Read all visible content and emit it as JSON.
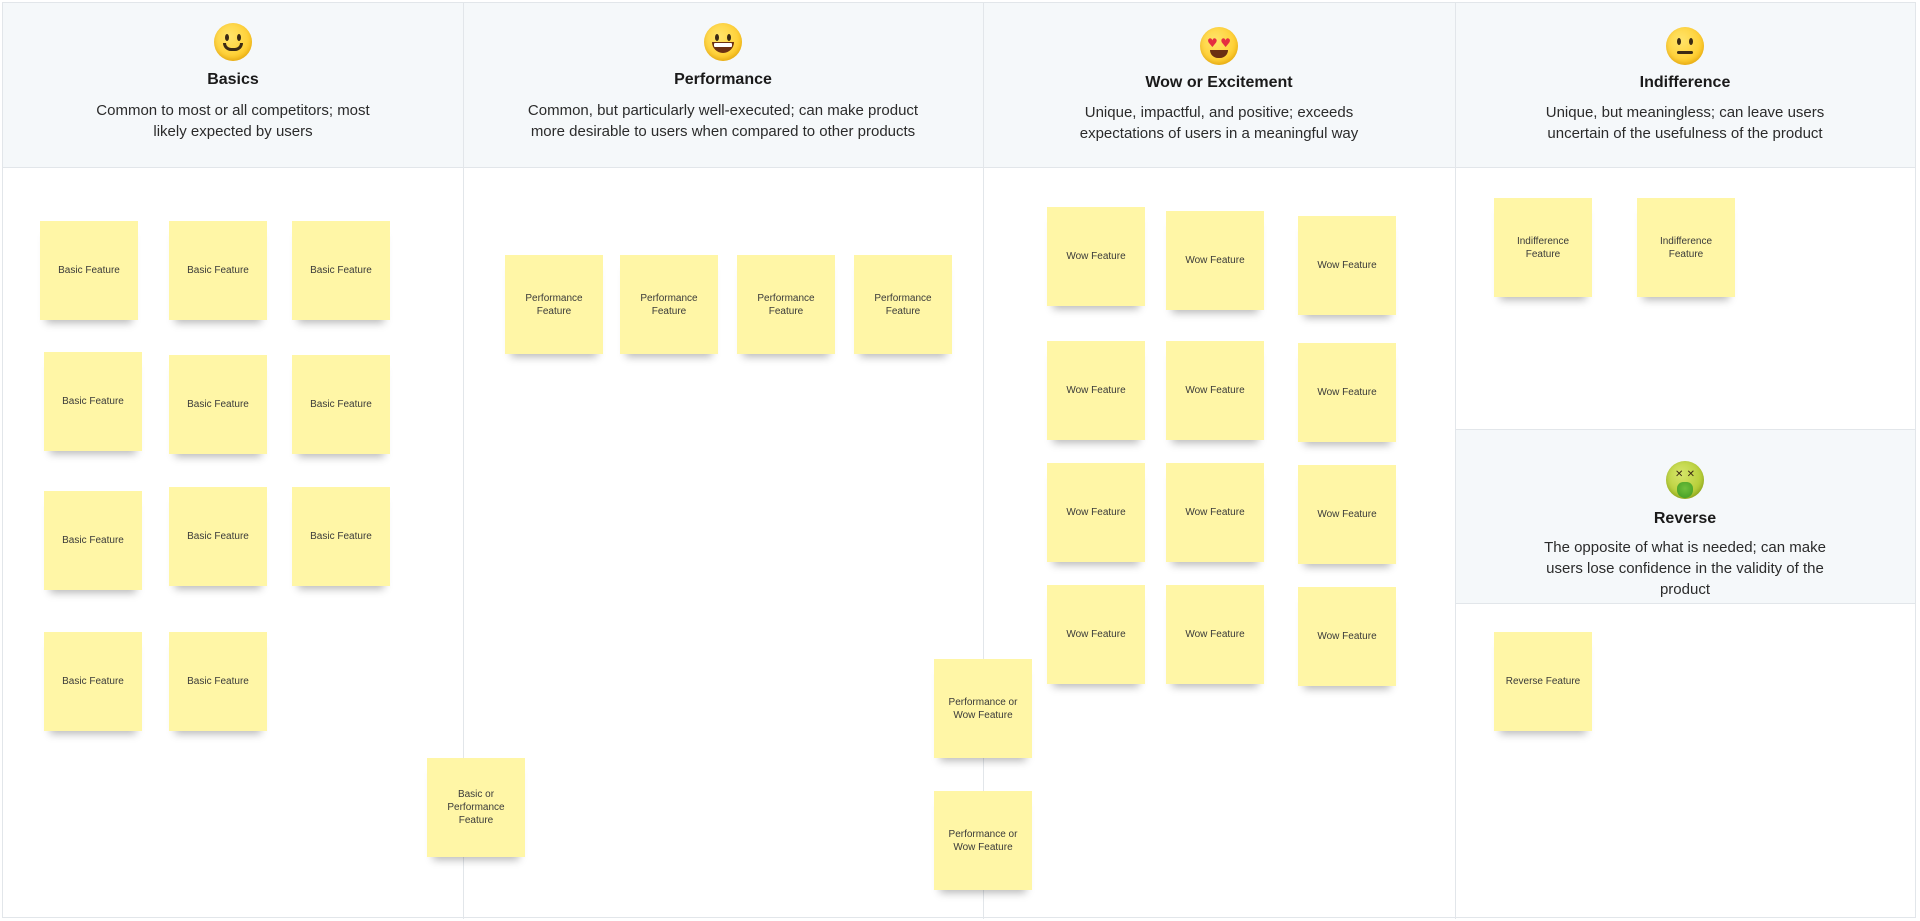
{
  "columns": [
    {
      "title": "Basics",
      "description": "Common to most or all competitors; most likely expected by users",
      "emoji": "slightly-smiling-face-icon"
    },
    {
      "title": "Performance",
      "description": "Common, but particularly well-executed; can make product more desirable to users when compared to other products",
      "emoji": "grinning-face-icon"
    },
    {
      "title": "Wow or Excitement",
      "description": "Unique, impactful, and positive; exceeds expectations of users in a meaningful way",
      "emoji": "heart-eyes-face-icon"
    },
    {
      "title": "Indifference",
      "description": "Unique, but meaningless; can leave users uncertain of the usefulness of the product",
      "emoji": "neutral-face-icon"
    },
    {
      "title": "Reverse",
      "description": "The opposite of what is needed; can make users lose confidence in the validity of the product",
      "emoji": "vomiting-face-icon"
    }
  ],
  "notes": {
    "basics": [
      "Basic Feature",
      "Basic Feature",
      "Basic Feature",
      "Basic Feature",
      "Basic Feature",
      "Basic Feature",
      "Basic Feature",
      "Basic Feature",
      "Basic Feature",
      "Basic Feature",
      "Basic Feature"
    ],
    "basic_or_performance": "Basic or Performance Feature",
    "performance": [
      "Performance Feature",
      "Performance Feature",
      "Performance Feature",
      "Performance Feature"
    ],
    "performance_or_wow": [
      "Performance or Wow Feature",
      "Performance or Wow Feature"
    ],
    "wow": [
      "Wow Feature",
      "Wow Feature",
      "Wow Feature",
      "Wow Feature",
      "Wow Feature",
      "Wow Feature",
      "Wow Feature",
      "Wow Feature",
      "Wow Feature",
      "Wow Feature",
      "Wow Feature",
      "Wow Feature"
    ],
    "indifference": [
      "Indifference Feature",
      "Indifference Feature"
    ],
    "reverse": [
      "Reverse Feature"
    ]
  },
  "colors": {
    "header_bg": "#f5f8fa",
    "grid_line": "#e2e6ea",
    "sticky_note": "#fff6a6"
  }
}
